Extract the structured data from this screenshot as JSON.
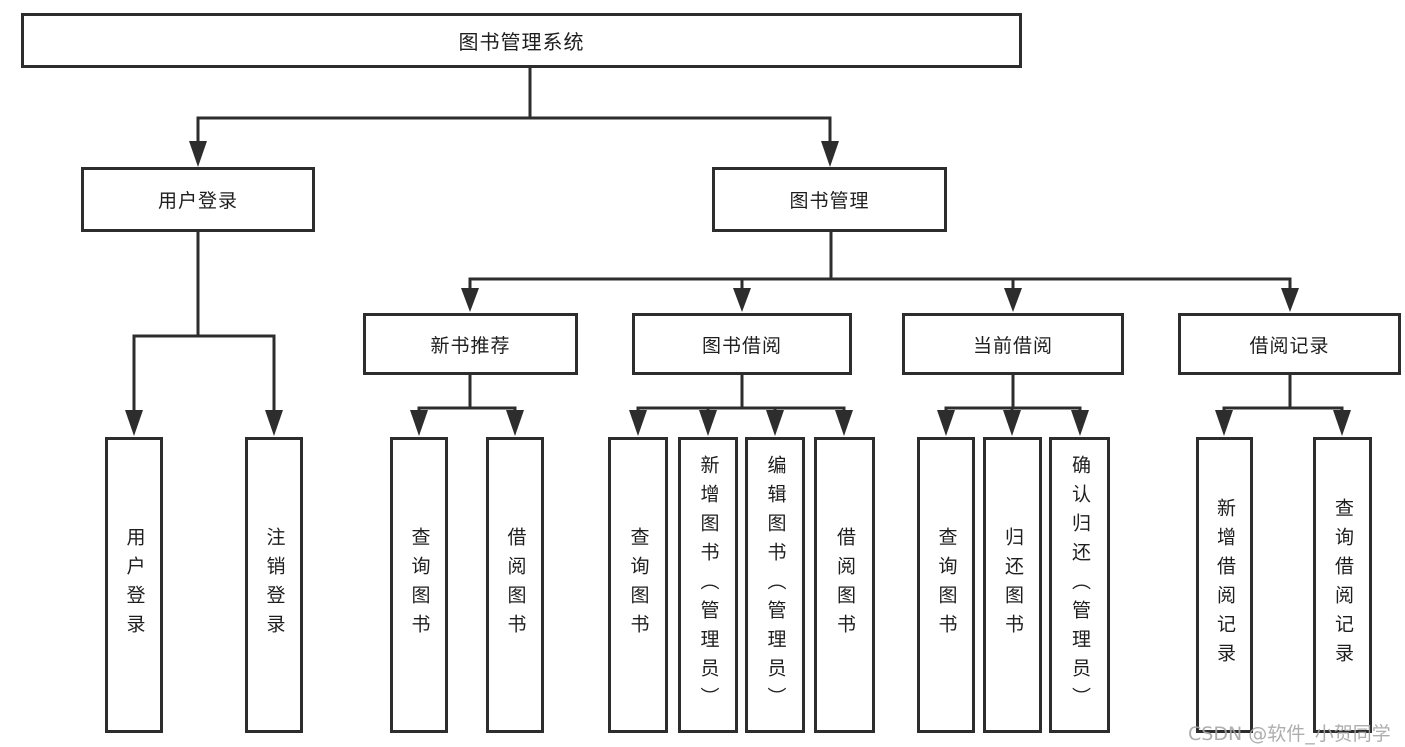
{
  "diagram": {
    "tree": {
      "label": "图书管理系统",
      "children": [
        {
          "label": "用户登录",
          "children": [
            {
              "label": "用户登录"
            },
            {
              "label": "注销登录"
            }
          ]
        },
        {
          "label": "图书管理",
          "children": [
            {
              "label": "新书推荐",
              "children": [
                {
                  "label": "查询图书"
                },
                {
                  "label": "借阅图书"
                }
              ]
            },
            {
              "label": "图书借阅",
              "children": [
                {
                  "label": "查询图书"
                },
                {
                  "label": "新增图书（管理员）"
                },
                {
                  "label": "编辑图书（管理员）"
                },
                {
                  "label": "借阅图书"
                }
              ]
            },
            {
              "label": "当前借阅",
              "children": [
                {
                  "label": "查询图书"
                },
                {
                  "label": "归还图书"
                },
                {
                  "label": "确认归还（管理员）"
                }
              ]
            },
            {
              "label": "借阅记录",
              "children": [
                {
                  "label": "新增借阅记录"
                },
                {
                  "label": "查询借阅记录"
                }
              ]
            }
          ]
        }
      ]
    },
    "colors": {
      "line": "#2d2d2d",
      "text": "#1e1e1e",
      "background": "#ffffff",
      "watermark": "#a5a5a5"
    }
  },
  "watermark": "CSDN @软件_小贺同学"
}
